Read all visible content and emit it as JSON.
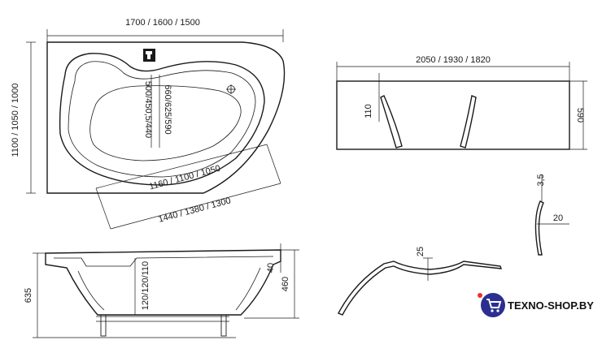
{
  "top_view": {
    "width_label": "1700 / 1600 / 1500",
    "height_label": "1100 / 1050 / 1000",
    "inner_length_label": "1160 / 1100 / 1050",
    "outer_length_label": "1440 / 1380 / 1300",
    "inner_width_label": "660/625/590",
    "inner_width2_label": "500/450,5/440"
  },
  "front_panel": {
    "length_label": "2050 / 1930 / 1820",
    "height_label": "590",
    "offset_label": "110"
  },
  "side_profile": {
    "thickness_label": "3,5",
    "depth_label": "20"
  },
  "side_view": {
    "total_height_label": "635",
    "rim_label": "40",
    "body_height_label": "460",
    "depth_label": "120/120/110"
  },
  "section_view": {
    "offset_label": "25"
  },
  "logo": {
    "text": "TEXNO-SHOP.BY",
    "accent_color": "#e8322c",
    "bg_color": "#2b2f8f"
  }
}
